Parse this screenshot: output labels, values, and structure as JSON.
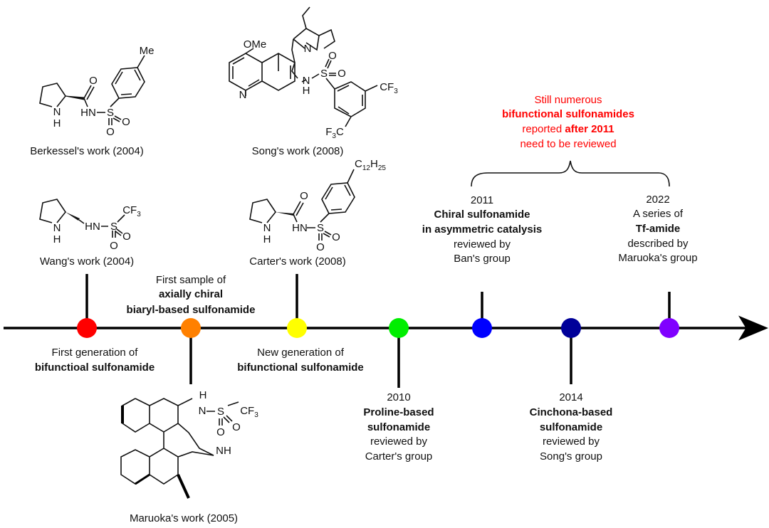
{
  "colors": {
    "dots": [
      "#ff0000",
      "#ff8000",
      "#ffff00",
      "#00ee00",
      "#0000ff",
      "#000099",
      "#8000ff"
    ],
    "highlight": "#ff0000"
  },
  "above": {
    "first_sample": [
      "First sample of",
      "axially chiral",
      "biaryl-based sulfonamide"
    ],
    "y2011": [
      "2011",
      "Chiral sulfonamide",
      "in asymmetric catalysis",
      "reviewed by",
      "Ban's group"
    ],
    "y2022": [
      "2022",
      "A series of",
      "Tf-amide",
      "described by",
      "Maruoka's group"
    ]
  },
  "below": {
    "first_generation": [
      "First generation of",
      "bifunctioal sulfonamide"
    ],
    "new_generation": [
      "New generation of",
      "bifunctional sulfonamide"
    ],
    "y2010": [
      "2010",
      "Proline-based",
      "sulfonamide",
      "reviewed by",
      "Carter's group"
    ],
    "y2014": [
      "2014",
      "Cinchona-based",
      "sulfonamide",
      "reviewed by",
      "Song's group"
    ]
  },
  "note": {
    "line1": "Still numerous",
    "line2": "bifunctional sulfonamides",
    "line3a": "reported ",
    "line3b": "after 2011",
    "line4": "need to be reviewed"
  },
  "captions": {
    "berkessel": "Berkessel's work (2004)",
    "wang": "Wang's work (2004)",
    "song": "Song's work (2008)",
    "carter": "Carter's work (2008)",
    "maruoka": "Maruoka's work (2005)"
  },
  "atoms": {
    "me": "Me",
    "nh": "N",
    "h": "H",
    "hn": "HN",
    "s": "S",
    "o": "O",
    "cf3": "CF",
    "sub3": "3",
    "ome": "OMe",
    "n": "N",
    "f3c": "F",
    "c12": "C",
    "sub12": "12",
    "h25": "H",
    "sub25": "25"
  }
}
